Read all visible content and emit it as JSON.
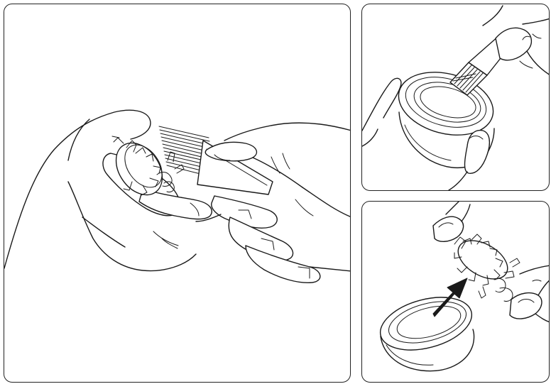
{
  "document": {
    "panels": [
      {
        "name": "cleaning-cutter-with-comb",
        "icon": "comb-cleaning-illustration"
      },
      {
        "name": "brushing-shaving-head-frame",
        "icon": "brush-cleaning-illustration"
      },
      {
        "name": "reinserting-cutter-into-frame",
        "icon": "reassembly-illustration"
      }
    ],
    "colors": {
      "line": "#1a1a1a",
      "background": "#ffffff"
    }
  }
}
